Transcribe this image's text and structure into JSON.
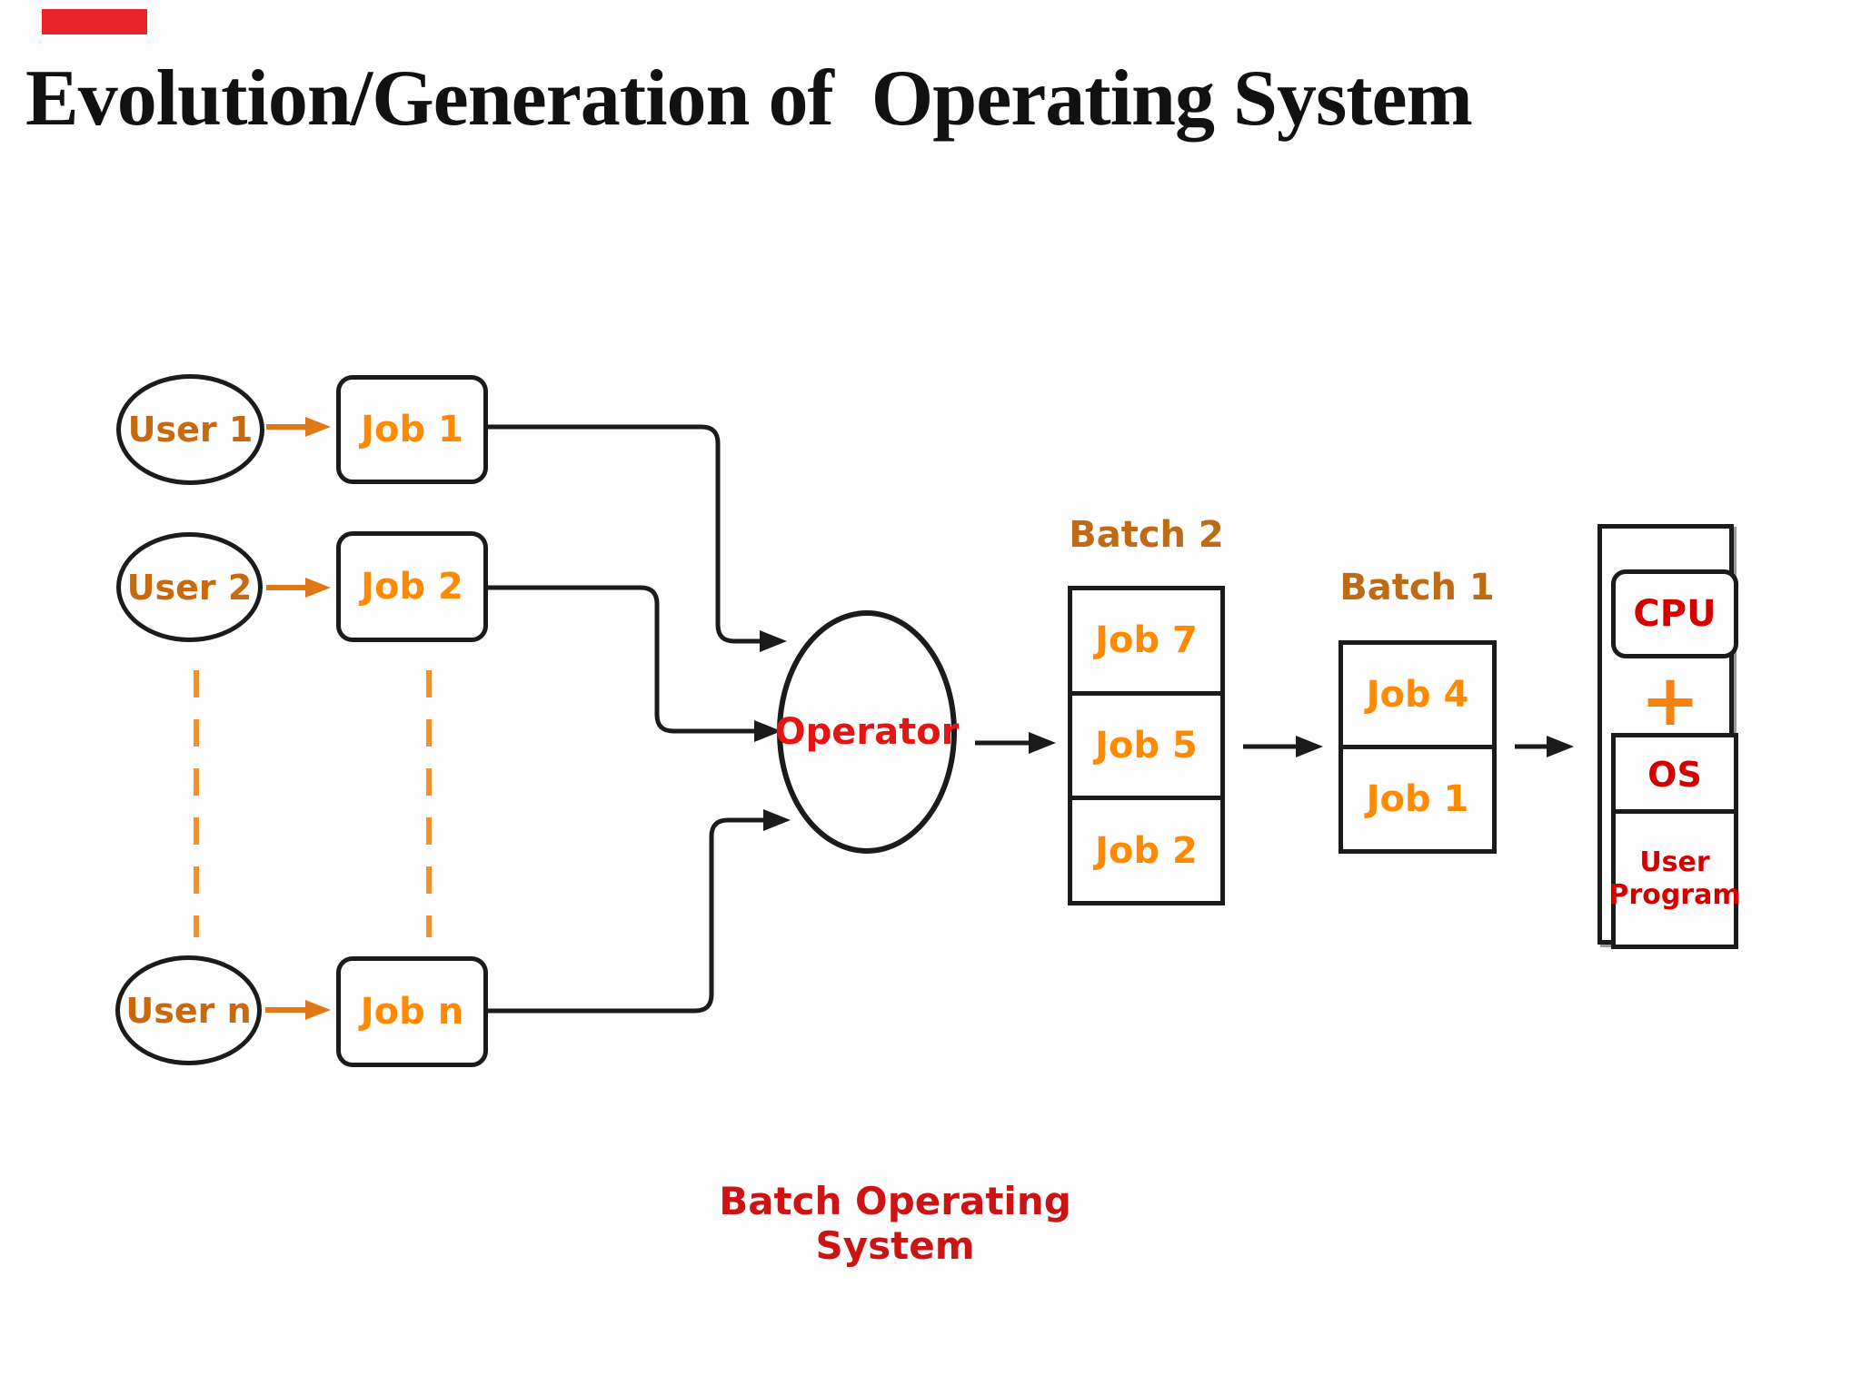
{
  "page": {
    "title": "Evolution/Generation of  Operating System",
    "caption": "Batch Operating System"
  },
  "users": [
    {
      "label": "User 1"
    },
    {
      "label": "User 2"
    },
    {
      "label": "User n"
    }
  ],
  "jobs": [
    {
      "label": "Job 1"
    },
    {
      "label": "Job 2"
    },
    {
      "label": "Job n"
    }
  ],
  "operator": {
    "label": "Operator"
  },
  "batch2": {
    "title": "Batch 2",
    "jobs": [
      "Job 7",
      "Job 5",
      "Job 2"
    ]
  },
  "batch1": {
    "title": "Batch 1",
    "jobs": [
      "Job 4",
      "Job 1"
    ]
  },
  "cpu_stack": {
    "cpu": "CPU",
    "plus": "+",
    "os": "OS",
    "user_program_line1": "User",
    "user_program_line2": "Program"
  },
  "colors": {
    "background": "#fdfdfd",
    "line_black": "#1b1b1b",
    "user_text": "#c8690d",
    "job_text": "#ff8a00",
    "batch_label": "#bf6a14",
    "operator_text": "#e51515",
    "cpu_text": "#d40000",
    "plus_orange": "#f58211",
    "caption_red": "#cc1414",
    "arrow_orange": "#e07818",
    "dash_orange": "#f0922c",
    "corner_mark_red": "#e8222a"
  }
}
